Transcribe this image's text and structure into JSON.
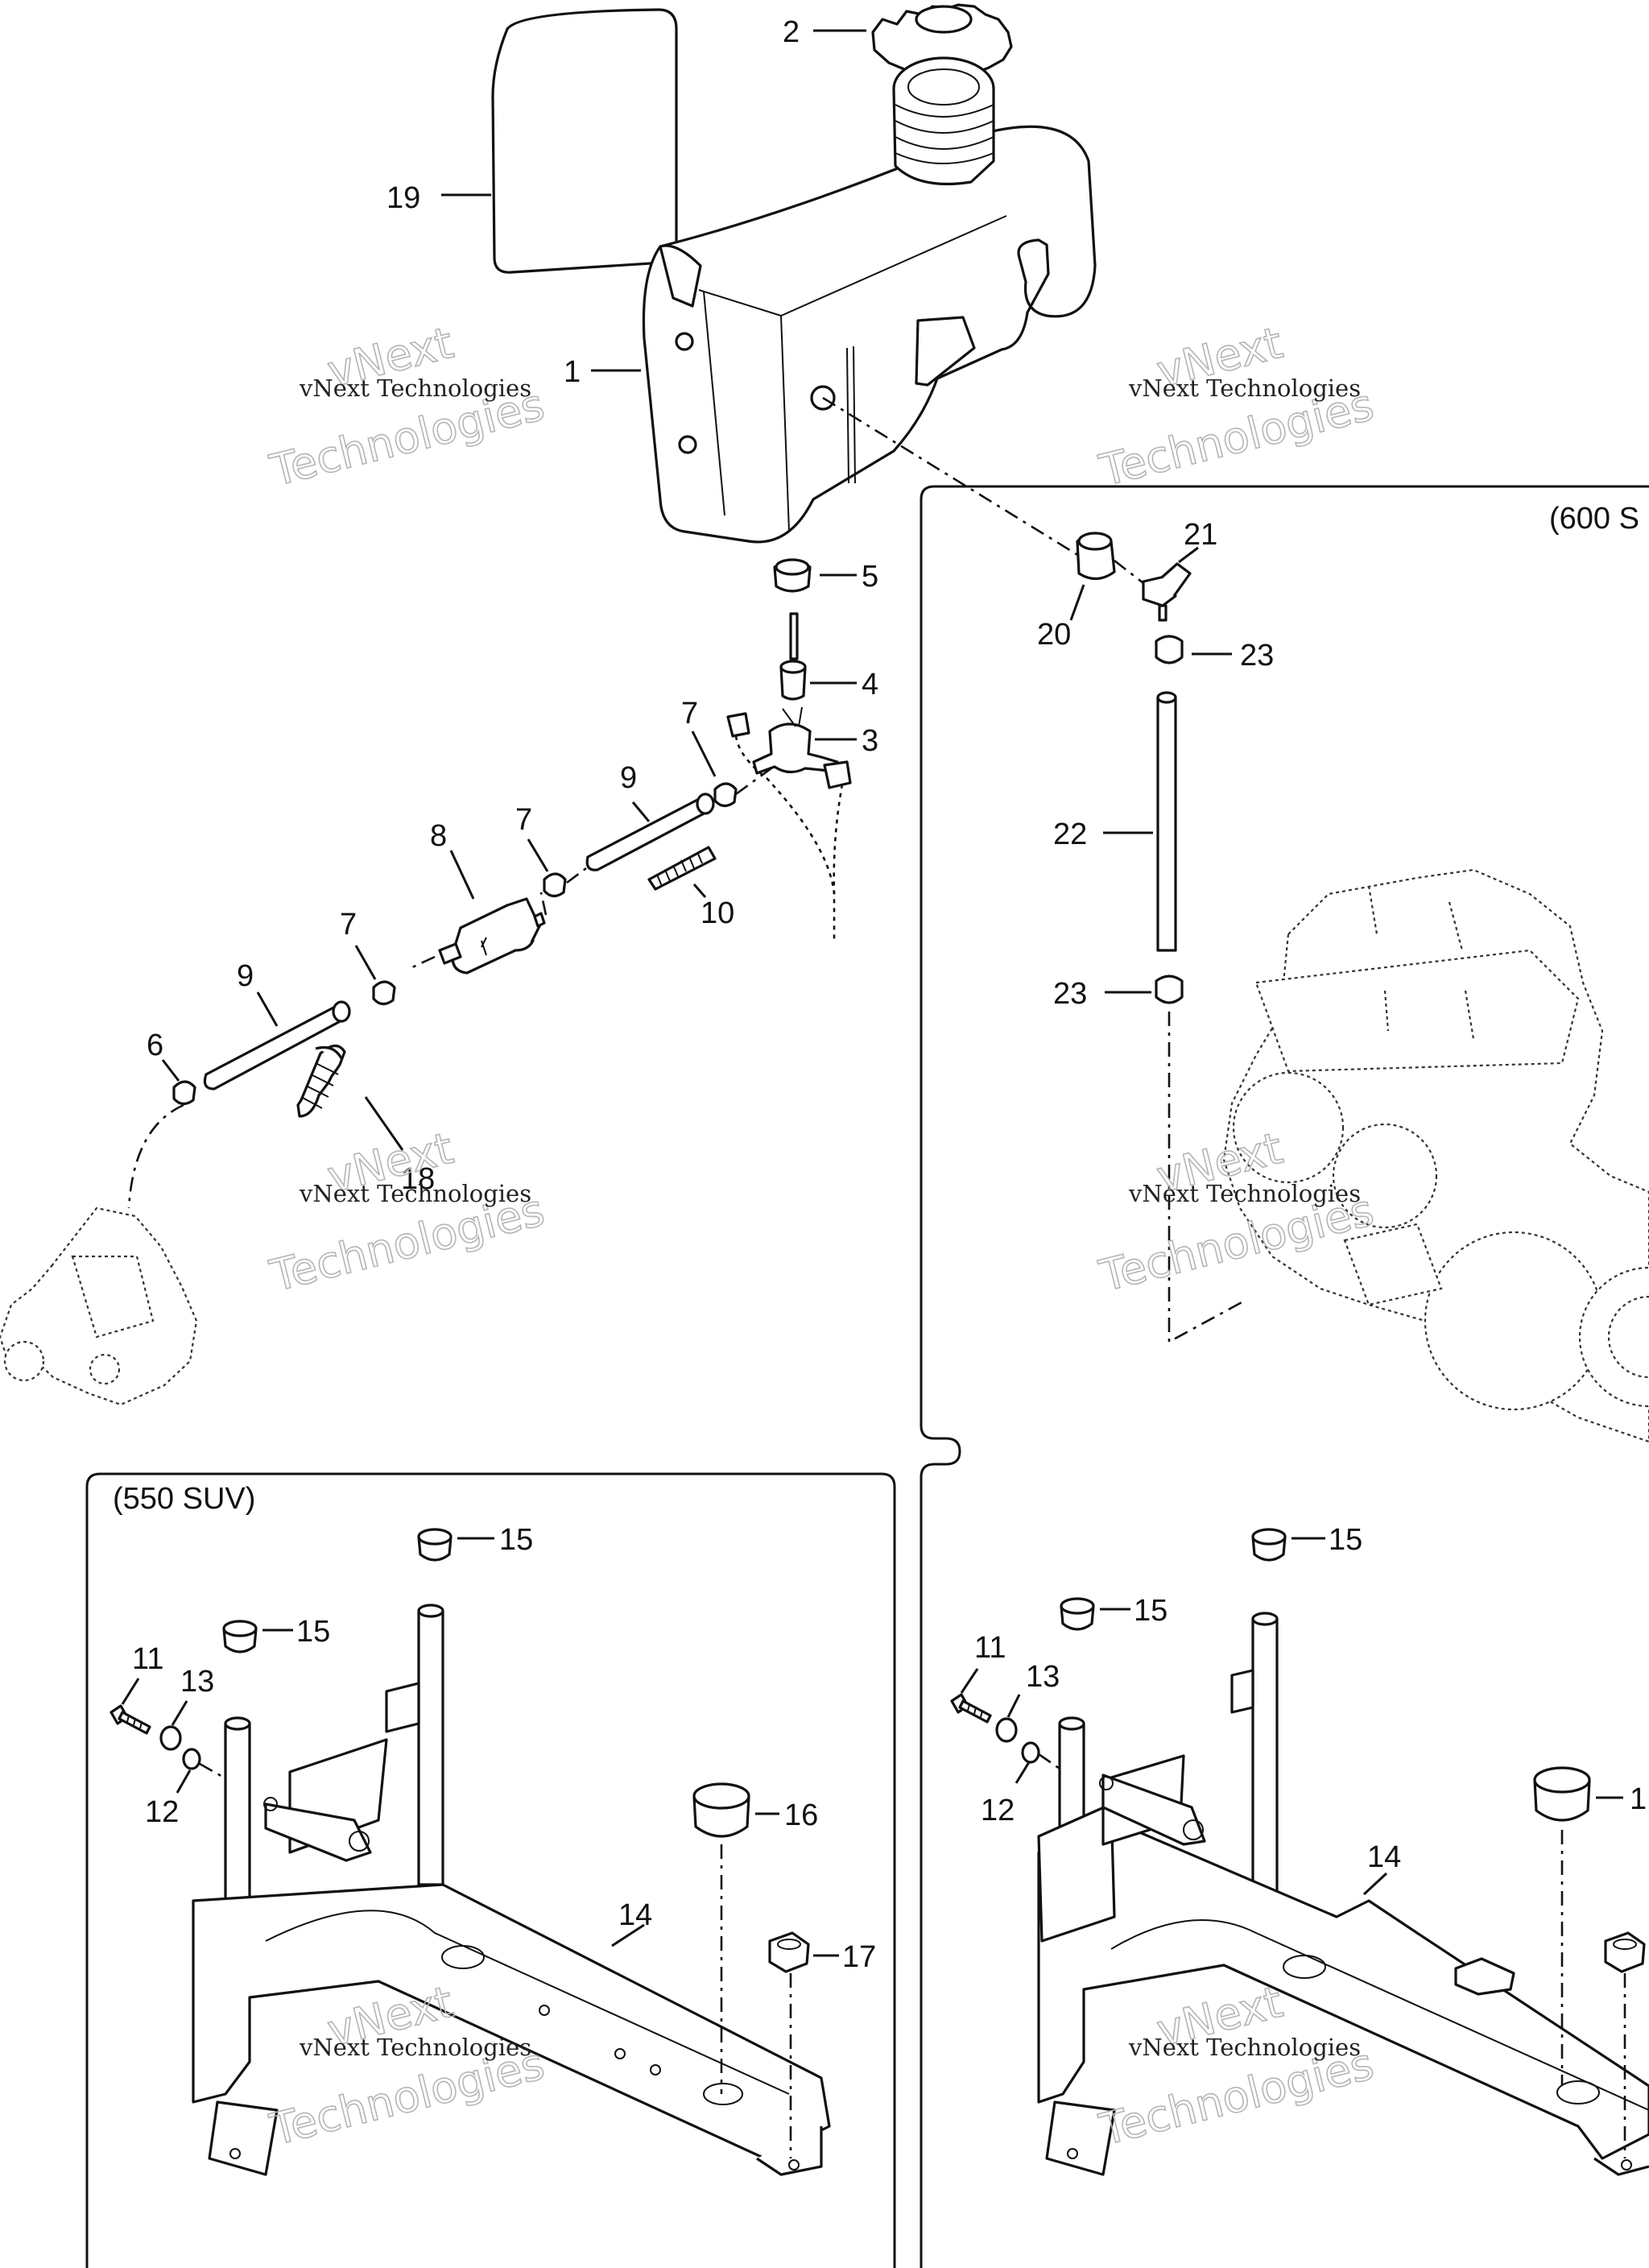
{
  "watermark": {
    "line_small": "vNext Technologies",
    "line_big_1": "vNext",
    "line_big_2": "Technologies"
  },
  "panels": {
    "top_right_title": "(600 S",
    "bottom_left_title": "(550 SUV)"
  },
  "callouts": {
    "c1": "1",
    "c2": "2",
    "c3": "3",
    "c4": "4",
    "c5": "5",
    "c6": "6",
    "c7a": "7",
    "c7b": "7",
    "c7c": "7",
    "c8": "8",
    "c9a": "9",
    "c9b": "9",
    "c10": "10",
    "c18": "18",
    "c19": "19",
    "c20": "20",
    "c21": "21",
    "c22": "22",
    "c23a": "23",
    "c23b": "23",
    "l11": "11",
    "l12": "12",
    "l13": "13",
    "l14": "14",
    "l15a": "15",
    "l15b": "15",
    "l16": "16",
    "l17": "17",
    "r11": "11",
    "r12": "12",
    "r13": "13",
    "r14": "14",
    "r15a": "15",
    "r15b": "15",
    "r16": "1"
  }
}
